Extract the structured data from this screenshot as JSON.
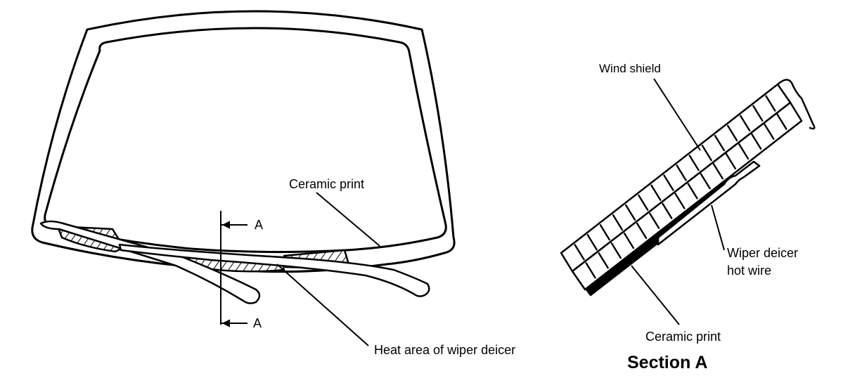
{
  "windshield_view": {
    "label_ceramic_print": "Ceramic print",
    "label_heat_area": "Heat area of wiper deicer",
    "section_marker_top": "A",
    "section_marker_bottom": "A"
  },
  "section_view": {
    "label_wind_shield": "Wind shield",
    "label_wiper_deicer_line1": "Wiper deicer",
    "label_wiper_deicer_line2": "hot wire",
    "label_ceramic_print": "Ceramic print",
    "title": "Section A"
  },
  "colors": {
    "ink": "#000000",
    "paper": "#ffffff"
  }
}
